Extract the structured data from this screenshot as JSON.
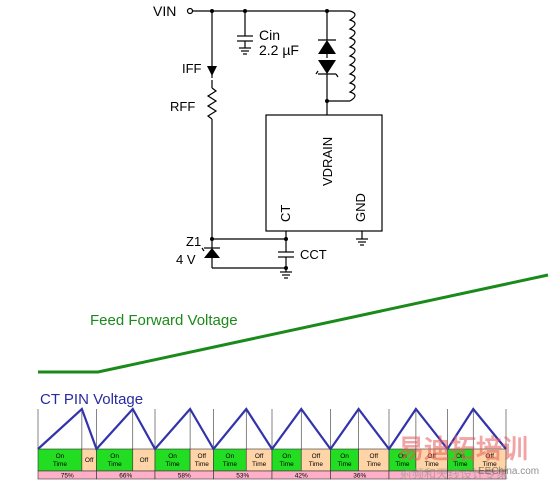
{
  "circuit": {
    "vin_label": "VIN",
    "cin_label": "Cin",
    "cin_value": "2.2 µF",
    "iff_label": "IFF",
    "rff_label": "RFF",
    "vdrain_label": "VDRAIN",
    "ct_label": "CT",
    "gnd_label": "GND",
    "z1_label": "Z1",
    "z1_value": "4 V",
    "cct_label": "CCT"
  },
  "waveforms": {
    "feed_forward_label": "Feed Forward Voltage",
    "ct_pin_label": "CT PIN Voltage",
    "feed_forward_color": "#1a8a1a",
    "ct_wave_color": "#3333aa",
    "on_color": "#22dd22",
    "off_color": "#ffd5a8",
    "duty_color": "#ffb0c8",
    "on_text": [
      "On",
      "Time"
    ],
    "off_text": [
      "Off",
      "Time"
    ],
    "off_short": "Off",
    "cycles": [
      {
        "duty": "75%",
        "off_label": "short"
      },
      {
        "duty": "66%",
        "off_label": "short"
      },
      {
        "duty": "58%",
        "off_label": "full"
      },
      {
        "duty": "53%",
        "off_label": "full"
      },
      {
        "duty": "42%",
        "off_label": "full"
      },
      {
        "duty": "36%",
        "off_label": "full"
      },
      {
        "duty": "",
        "off_label": "full"
      },
      {
        "duty": "",
        "off_label": "full"
      }
    ]
  },
  "watermark": {
    "text_top": "易迪拓培训",
    "text_bottom": "射频和天线设计专家",
    "site": "EEChina.com"
  }
}
